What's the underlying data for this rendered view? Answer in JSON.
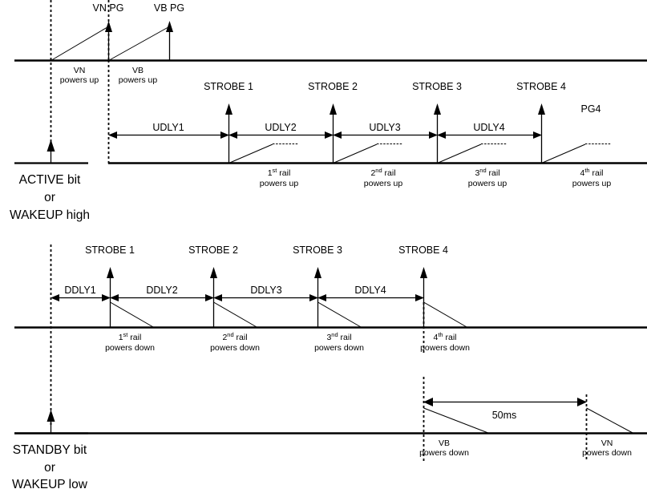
{
  "diagram": {
    "title": "Power-up and power-down sequencing timing diagram",
    "colors": {
      "line": "#000000",
      "background": "#ffffff"
    },
    "upper": {
      "signals": [
        {
          "name": "vn-pg",
          "label": "VN PG"
        },
        {
          "name": "vb-pg",
          "label": "VB PG"
        },
        {
          "name": "pg4",
          "label": "PG4"
        }
      ],
      "rail_notes": [
        {
          "name": "vn-powers-up",
          "line1": "VN",
          "line2": "powers up"
        },
        {
          "name": "vb-powers-up",
          "line1": "VB",
          "line2": "powers up"
        }
      ],
      "strobes": [
        {
          "label": "STROBE 1"
        },
        {
          "label": "STROBE 2"
        },
        {
          "label": "STROBE 3"
        },
        {
          "label": "STROBE 4"
        }
      ],
      "delays": [
        {
          "label": "UDLY1"
        },
        {
          "label": "UDLY2"
        },
        {
          "label": "UDLY3"
        },
        {
          "label": "UDLY4"
        }
      ],
      "rails": [
        {
          "ord": "1",
          "sup": "st",
          "tail": " rail",
          "line2": "powers up"
        },
        {
          "ord": "2",
          "sup": "nd",
          "tail": " rail",
          "line2": "powers up"
        },
        {
          "ord": "3",
          "sup": "nd",
          "tail": " rail",
          "line2": "powers up"
        },
        {
          "ord": "4",
          "sup": "th",
          "tail": " rail",
          "line2": "powers up"
        }
      ],
      "trigger": {
        "line1": "ACTIVE bit",
        "line2": "or",
        "line3": "WAKEUP high"
      }
    },
    "lower": {
      "strobes": [
        {
          "label": "STROBE 1"
        },
        {
          "label": "STROBE 2"
        },
        {
          "label": "STROBE 3"
        },
        {
          "label": "STROBE 4"
        }
      ],
      "delays": [
        {
          "label": "DDLY1"
        },
        {
          "label": "DDLY2"
        },
        {
          "label": "DDLY3"
        },
        {
          "label": "DDLY4"
        }
      ],
      "rails": [
        {
          "ord": "1",
          "sup": "st",
          "tail": " rail",
          "line2": "powers down"
        },
        {
          "ord": "2",
          "sup": "nd",
          "tail": " rail",
          "line2": "powers down"
        },
        {
          "ord": "3",
          "sup": "nd",
          "tail": " rail",
          "line2": "powers down"
        },
        {
          "ord": "4",
          "sup": "th",
          "tail": " rail",
          "line2": "powers down"
        }
      ],
      "interval": {
        "label": "50ms"
      },
      "rail_notes": [
        {
          "name": "vb-powers-down",
          "line1": "VB",
          "line2": "powers down"
        },
        {
          "name": "vn-powers-down",
          "line1": "VN",
          "line2": "powers down"
        }
      ],
      "trigger": {
        "line1": "STANDBY bit",
        "line2": "or",
        "line3": "WAKEUP low"
      }
    }
  }
}
